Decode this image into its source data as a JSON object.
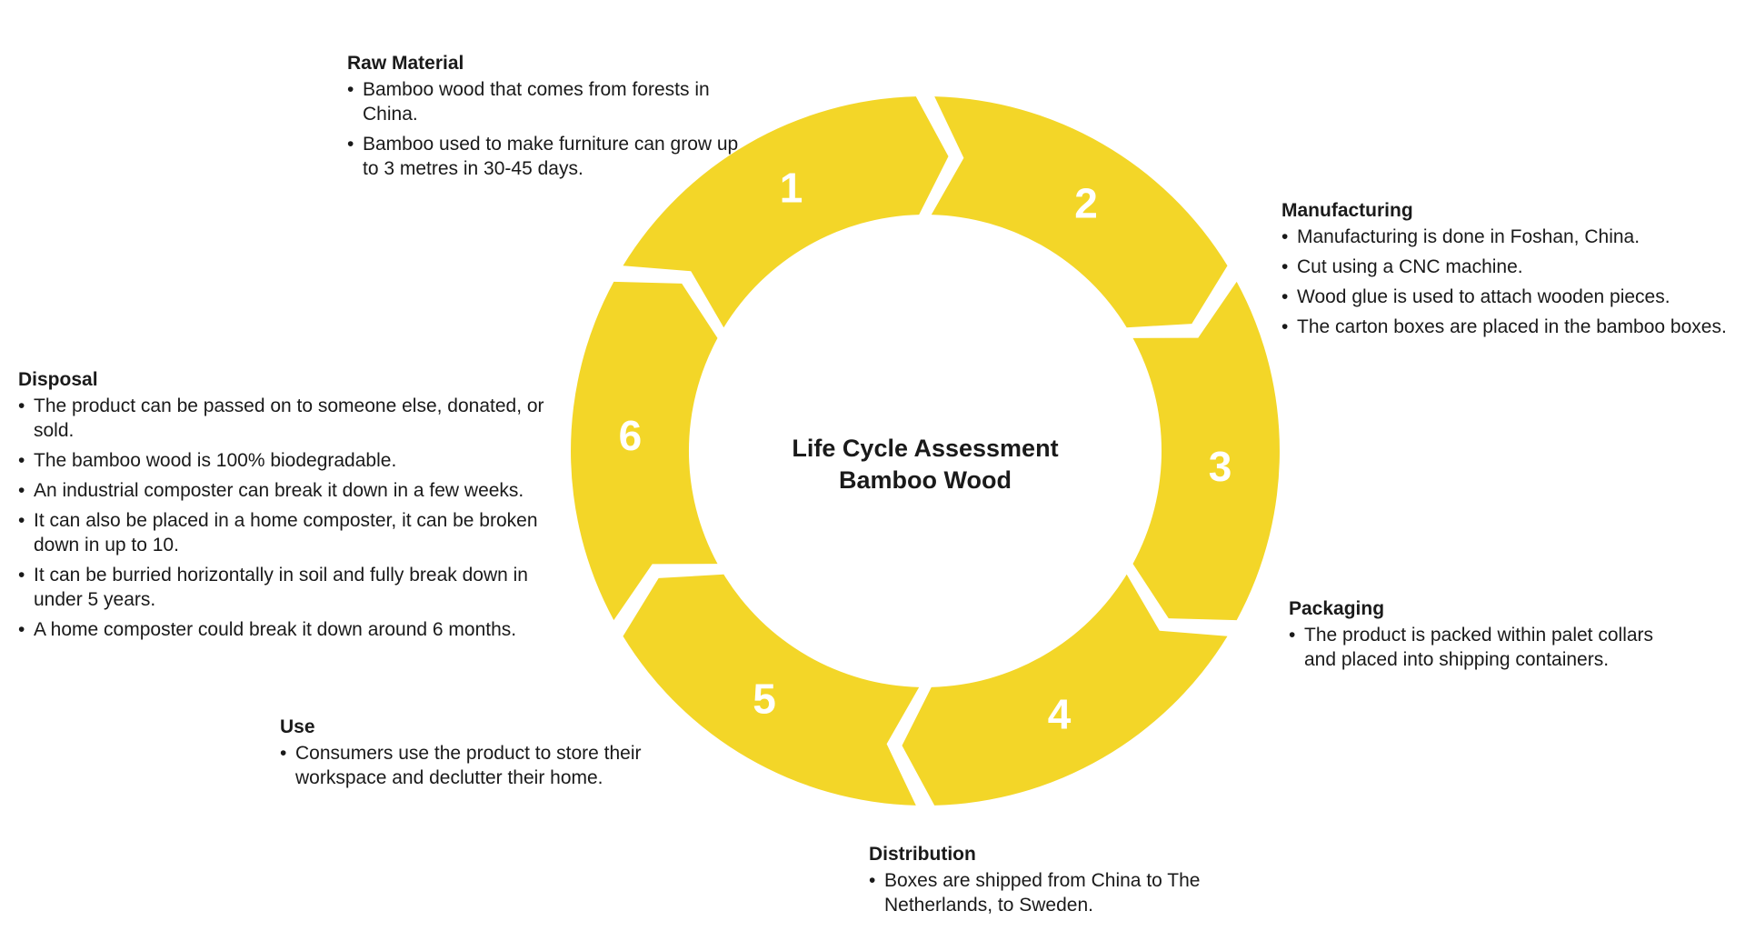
{
  "colors": {
    "arrow_fill": "#F3D628",
    "background": "#FFFFFF",
    "number_text": "#FFFFFF",
    "body_text": "#1A1A1A"
  },
  "center": {
    "line1": "Life Cycle Assessment",
    "line2": "Bamboo Wood"
  },
  "stages": [
    {
      "number": "1",
      "title": "Raw Material",
      "bullets": [
        "Bamboo wood that comes from forests in China.",
        "Bamboo used to make furniture can grow up to 3 metres in 30-45 days."
      ]
    },
    {
      "number": "2",
      "title": "Manufacturing",
      "bullets": [
        "Manufacturing is done in Foshan, China.",
        "Cut using a CNC machine.",
        "Wood glue is used to attach wooden pieces.",
        "The carton boxes are placed in the bamboo boxes."
      ]
    },
    {
      "number": "3",
      "title": "Packaging",
      "bullets": [
        "The product is packed within palet collars and placed into shipping containers."
      ]
    },
    {
      "number": "4",
      "title": "Distribution",
      "bullets": [
        "Boxes are shipped from China to The Netherlands, to Sweden."
      ]
    },
    {
      "number": "5",
      "title": "Use",
      "bullets": [
        "Consumers use the product to store their workspace and declutter their home."
      ]
    },
    {
      "number": "6",
      "title": "Disposal",
      "bullets": [
        "The product can be passed on to someone else, donated, or sold.",
        "The bamboo wood is 100% biodegradable.",
        "An industrial composter can break it down in a few weeks.",
        "It can also be placed in a home composter, it can be broken down in up to 10.",
        "It can be burried horizontally in soil and fully break down in under 5 years.",
        "A home composter could break it down around 6 months."
      ]
    }
  ]
}
